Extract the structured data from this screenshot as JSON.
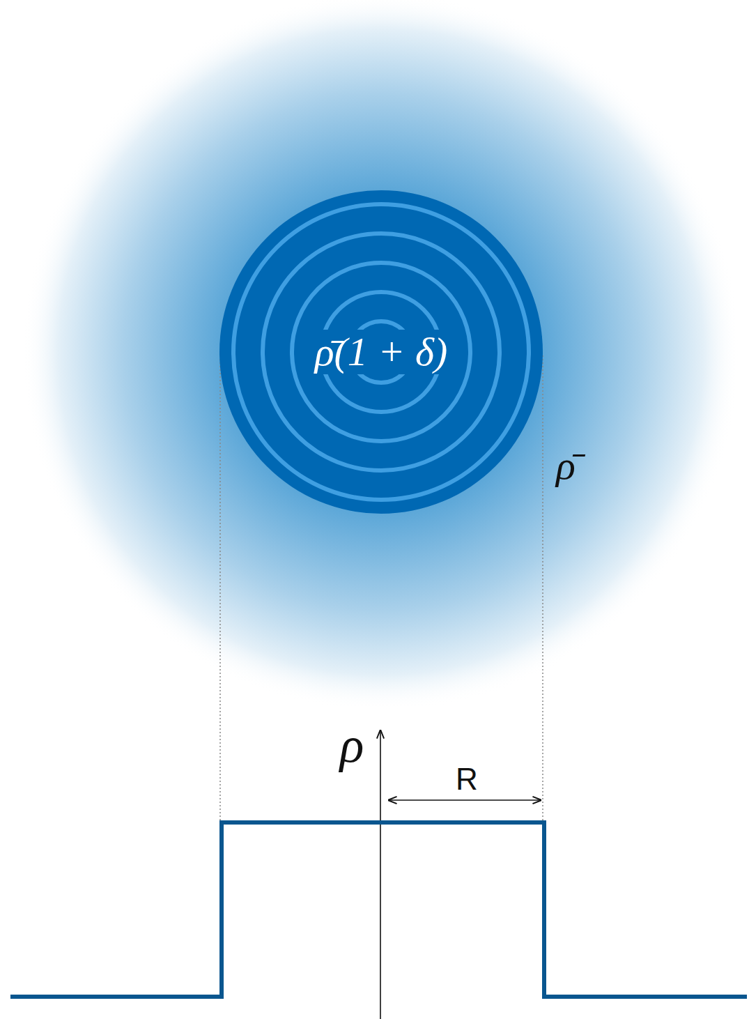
{
  "diagram": {
    "nodes": [
      {
        "text": [
          "ρ̄(1 + δ)"
        ]
      }
    ],
    "labels": [
      "ρ̄",
      "ρ",
      "R"
    ]
  }
}
